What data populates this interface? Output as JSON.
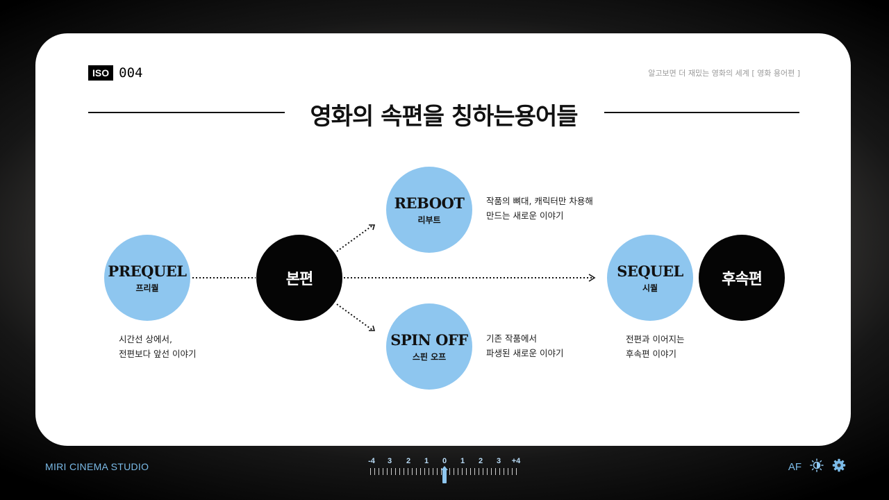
{
  "header": {
    "iso_label": "ISO",
    "iso_value": "004",
    "series_title": "알고보면 더 재밌는 영화의 세계 [ 영화 용어편 ]"
  },
  "title": "영화의 속편을 칭하는용어들",
  "nodes": {
    "prequel": {
      "en": "PREQUEL",
      "ko": "프리퀄",
      "desc": [
        "시간선 상에서,",
        "전편보다 앞선 이야기"
      ]
    },
    "main": {
      "label": "본편"
    },
    "reboot": {
      "en": "REBOOT",
      "ko": "리부트",
      "desc": [
        "작품의 뼈대, 캐릭터만 차용해",
        "만드는 새로운 이야기"
      ]
    },
    "spinoff": {
      "en": "SPIN OFF",
      "ko": "스핀 오프",
      "desc": [
        "기존 작품에서",
        "파생된 새로운 이야기"
      ]
    },
    "sequel": {
      "en": "SEQUEL",
      "ko": "시퀄",
      "desc": [
        "전편과 이어지는",
        "후속편 이야기"
      ]
    },
    "next": {
      "label": "후속편"
    }
  },
  "footer": {
    "studio": "MIRI CINEMA STUDIO",
    "exposure_scale": [
      "-4",
      "3",
      "2",
      "1",
      "0",
      "1",
      "2",
      "3",
      "+4"
    ],
    "exposure_value": 0,
    "af_label": "AF",
    "icons": [
      "brightness-icon",
      "settings-icon"
    ]
  },
  "colors": {
    "accent_blue": "#8ec6ef",
    "node_black": "#050505",
    "footer_text": "#7bbbe8"
  }
}
